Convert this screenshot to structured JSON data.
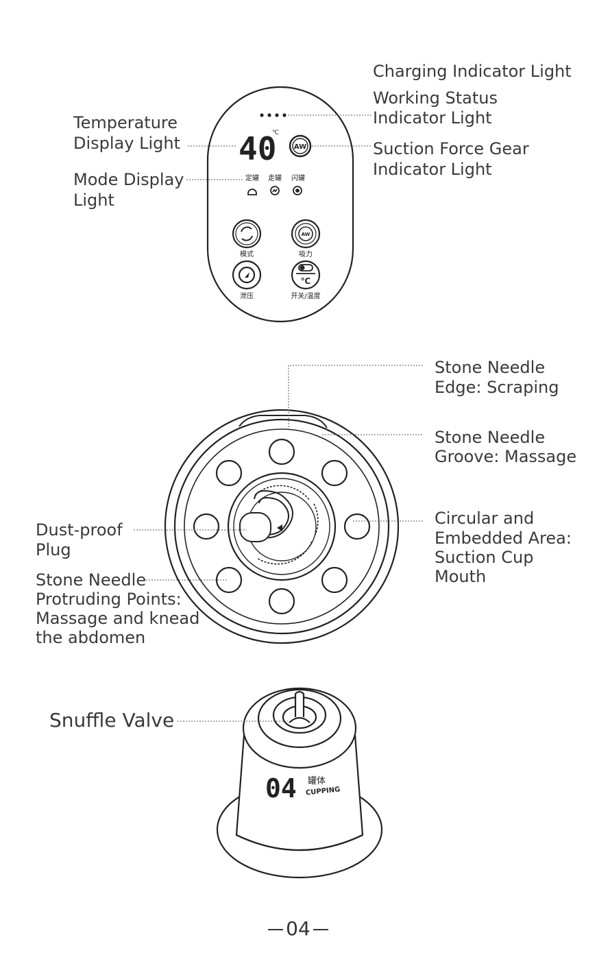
{
  "panel": {
    "temperature_value": "40",
    "temperature_unit": "℃",
    "gear_badge": "AW",
    "modes": [
      "定罐",
      "走罐",
      "闪罐"
    ],
    "buttons": {
      "mode": "模式",
      "suction": "吸力",
      "release": "泄压",
      "power_temp": "开关/温度"
    },
    "power_temp_icon": "℃"
  },
  "labels": {
    "charging_light": "Charging Indicator Light",
    "working_status_1": "Working Status",
    "working_status_2": "Indicator Light",
    "suction_gear_1": "Suction Force Gear",
    "suction_gear_2": "Indicator Light",
    "temperature_1": "Temperature",
    "temperature_2": "Display Light",
    "mode_1": "Mode Display",
    "mode_2": "Light",
    "edge_1": "Stone Needle",
    "edge_2": "Edge: Scraping",
    "groove_1": "Stone Needle",
    "groove_2": "Groove: Massage",
    "mouth_1": "Circular and",
    "mouth_2": "Embedded Area:",
    "mouth_3": "Suction Cup",
    "mouth_4": "Mouth",
    "plug_1": "Dust-proof",
    "plug_2": "Plug",
    "points_1": "Stone Needle",
    "points_2": "Protruding Points:",
    "points_3": "Massage and knead",
    "points_4": "the abdomen",
    "valve": "Snuffle Valve"
  },
  "cup": {
    "number": "04",
    "name_cn": "罐体",
    "name_en": "CUPPING"
  },
  "page_number": "04"
}
